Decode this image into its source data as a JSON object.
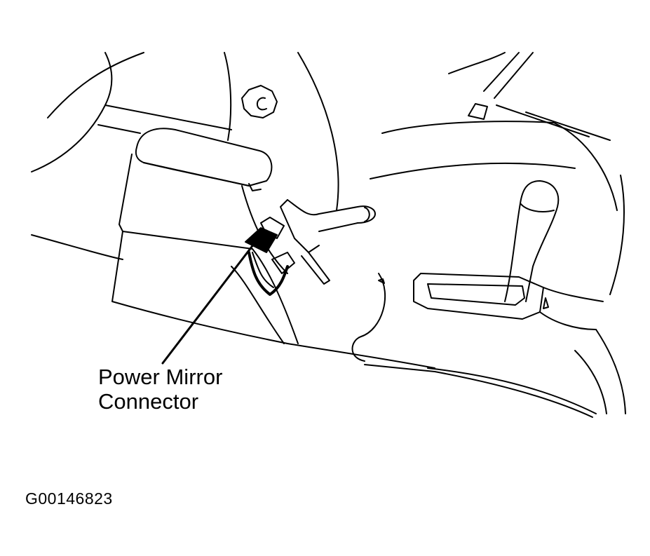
{
  "diagram": {
    "callout": {
      "line1": "Power Mirror",
      "line2": "Connector"
    },
    "figure_id": "G00146823",
    "colors": {
      "ink": "#000000",
      "paper": "#ffffff"
    }
  }
}
